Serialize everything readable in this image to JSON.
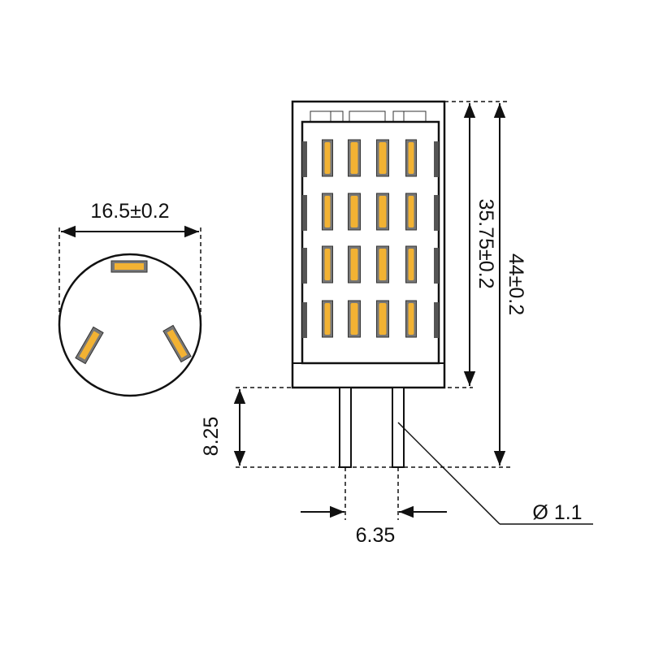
{
  "dimensions": {
    "diameter": "16.5±0.2",
    "body_height": "35.75±0.2",
    "total_height": "44±0.2",
    "pin_length": "8.25",
    "pin_spacing": "6.35",
    "pin_diameter": "Ø 1.1"
  },
  "colors": {
    "led": "#f2b233",
    "led_frame": "#777777",
    "line": "#111111"
  }
}
